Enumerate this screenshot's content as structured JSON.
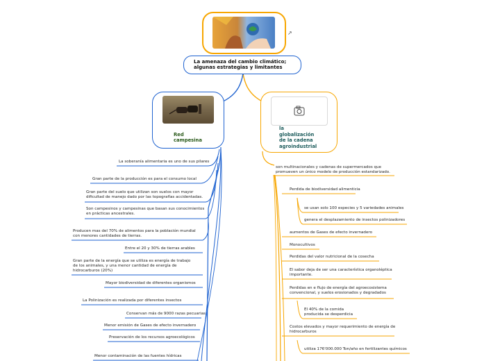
{
  "central": {
    "title": "La amenaza del cambio climático;\nalgunas estrategias y limitantes",
    "link_icon": "external-link-icon",
    "image_icon": "climate-hands-image"
  },
  "left": {
    "title": "Red\ncampesina",
    "image_icon": "oxen-plowing-image",
    "items": [
      "La soberanía alimentaria es uno de sus pilares",
      "Gran parte de la producción es para el consumo local",
      "Gran parte del suelo que utilizan son suelos con mayor\ndificultad de manejo dado por las topografías accidentadas.",
      "Son campesinos y campesinas que basan sus conocimientos\nen prácticas ancestrales.",
      "Producen mas del 70% de alimentos para la población mundial\ncon menores cantidades de tierras.",
      "Entre el 20 y 30% de tierras arables",
      "Gran parte de la energía que se utiliza es energía de trabajo\nde los animales, y una menor cantidad de energía de\nhidrocarburos (20%)",
      "Mayor biodiversidad de diferentes organismos",
      "La Polinización es realizada por diferentes insectos",
      "Conservan más de 9000 razas pecuarias",
      "Menor emisión de Gases de efecto invernadero",
      "Preservación de los recursos agroecológicos",
      "Menor contaminación de las fuentes hídricas"
    ]
  },
  "right": {
    "title": "la\nglobalización\nde la cadena\nagroindustrial",
    "image_icon": "camera-icon",
    "intro": "son multinacionales y cadenas de supermercados que\npromueven un único modelo de producción estandarizado.",
    "items": [
      "Perdida de biodiversidad alimenticia",
      "se usan solo 100 especies y 5 variedades animales",
      "genera el desplazamiento de insectos polinizadores",
      "aumentos de Gases de efecto invernadero",
      "Monocultivos",
      "Perdidas del valor nutricional de la cosecha",
      "El sabor deja de ser una característica organoléptica\nimportante.",
      "Perdidas en e flujo de energía del agroecosistema\nconvencional, y suelos erosionados y degradados",
      "El 40% de la comida\nproducida se desperdicia",
      "Costos elevados y mayor requerimiento de energía de\nhidrocarburos",
      "utiliza 176'000.000 Ton/año en fertilizantes químicos"
    ]
  },
  "colors": {
    "central_border": "#f7a600",
    "left_border": "#1e62d0",
    "right_border": "#f7a600",
    "left_title": "#2a5a1a",
    "right_title": "#1a5a5a"
  }
}
